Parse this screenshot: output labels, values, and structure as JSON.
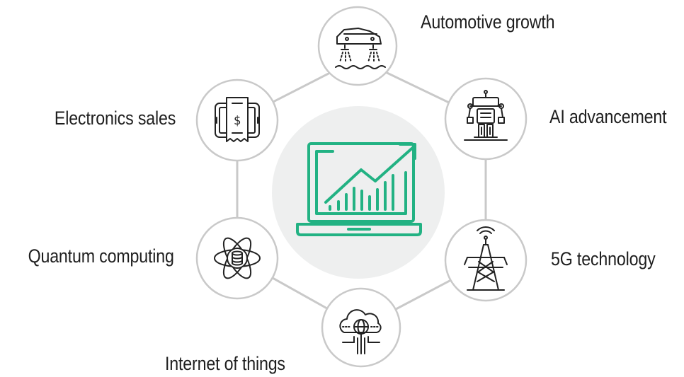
{
  "colors": {
    "accent": "#22b283",
    "icon_stroke": "#222222",
    "ring": "#c9c9c9",
    "center_disc": "#eeefef",
    "label_text": "#1e1e1e"
  },
  "center": {
    "icon": "laptop-growth-chart-icon"
  },
  "nodes": [
    {
      "label": "Automotive growth",
      "icon": "flying-car-icon"
    },
    {
      "label": "AI advancement",
      "icon": "robot-icon"
    },
    {
      "label": "5G technology",
      "icon": "cell-tower-icon"
    },
    {
      "label": "Internet of things",
      "icon": "cloud-network-icon"
    },
    {
      "label": "Quantum computing",
      "icon": "atom-database-icon"
    },
    {
      "label": "Electronics sales",
      "icon": "phone-receipt-icon"
    }
  ]
}
